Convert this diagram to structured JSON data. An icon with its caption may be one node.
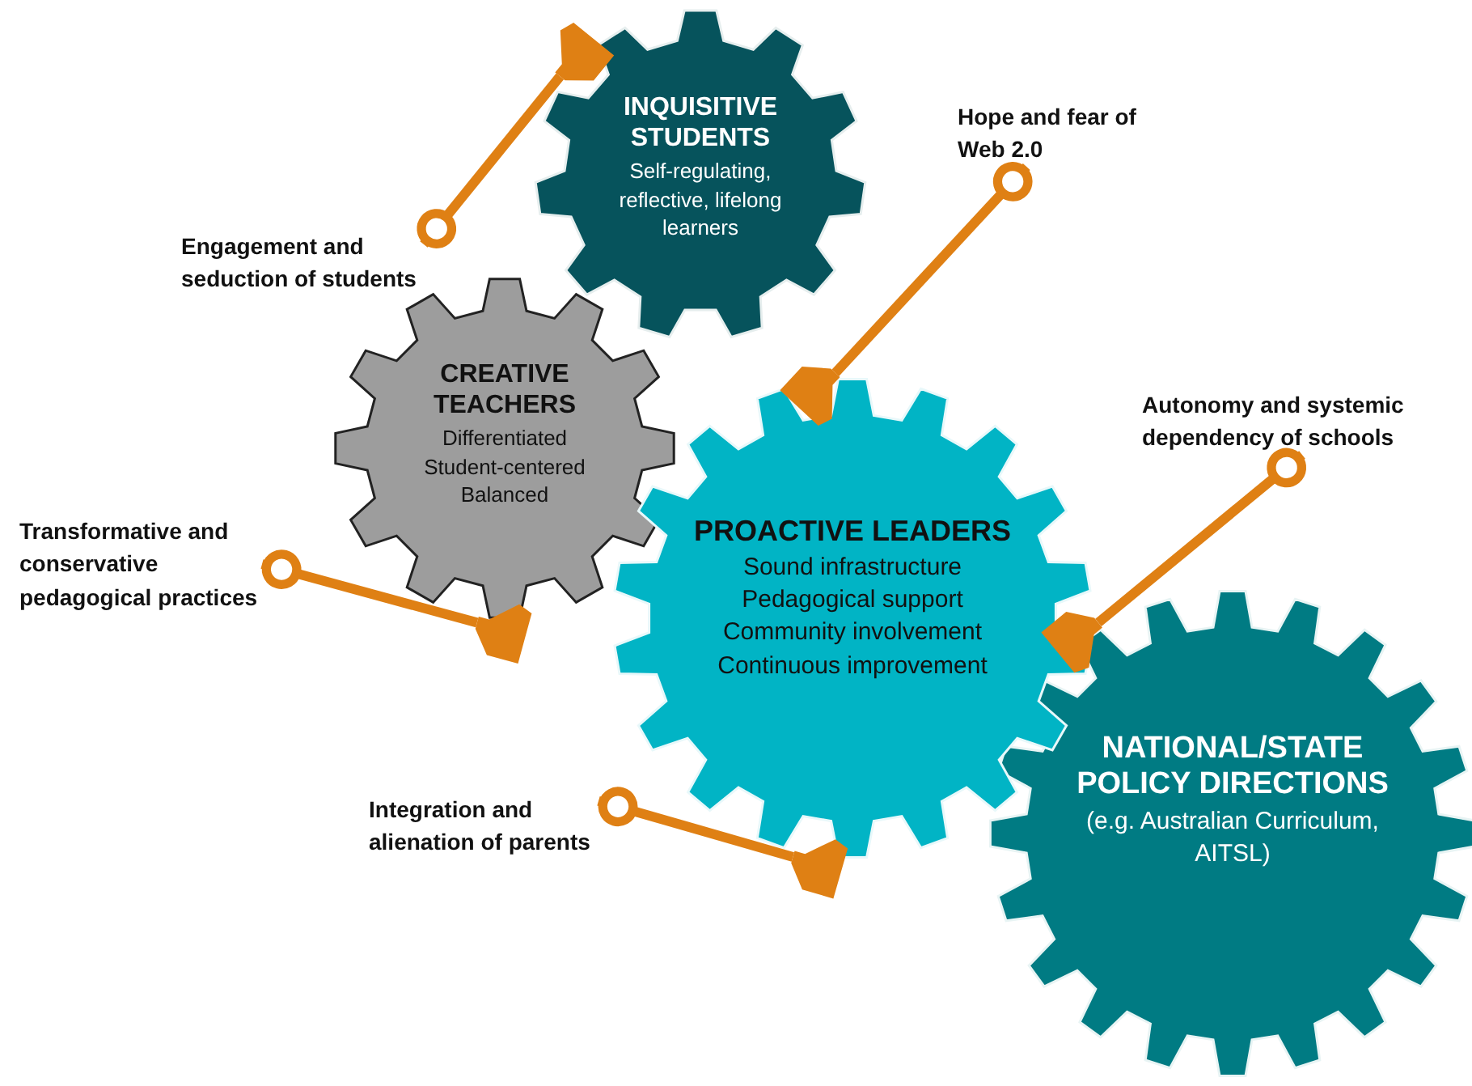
{
  "diagram": {
    "nodes": [
      {
        "text": [
          "INQUISITIVE STUDENTS",
          "Self-regulating, reflective, lifelong learners"
        ]
      },
      {
        "text": [
          "CREATIVE TEACHERS",
          "Differentiated Student-centered Balanced"
        ]
      },
      {
        "text": [
          "PROACTIVE LEADERS",
          "Sound infrastructure Pedagogical support Community involvement Continuous improvement"
        ]
      },
      {
        "text": [
          "NATIONAL/STATE POLICY DIRECTIONS",
          "(e.g. Australian Curriculum, AITSL)"
        ]
      },
      {
        "text": [
          "Engagement and seduction of students"
        ]
      },
      {
        "text": [
          "Hope and fear of Web 2.0"
        ]
      },
      {
        "text": [
          "Autonomy and systemic dependency of schools"
        ]
      },
      {
        "text": [
          "Transformative and conservative pedagogical practices"
        ]
      },
      {
        "text": [
          "Integration and alienation of parents"
        ]
      }
    ],
    "edges": [
      {
        "from": 4,
        "to": 0,
        "arrow": "other"
      },
      {
        "from": 5,
        "to": 2,
        "arrow": "other"
      },
      {
        "from": 6,
        "to": 2,
        "arrow": "other"
      },
      {
        "from": 7,
        "to": 1,
        "arrow": "other"
      },
      {
        "from": 8,
        "to": 2,
        "arrow": "other"
      }
    ]
  }
}
